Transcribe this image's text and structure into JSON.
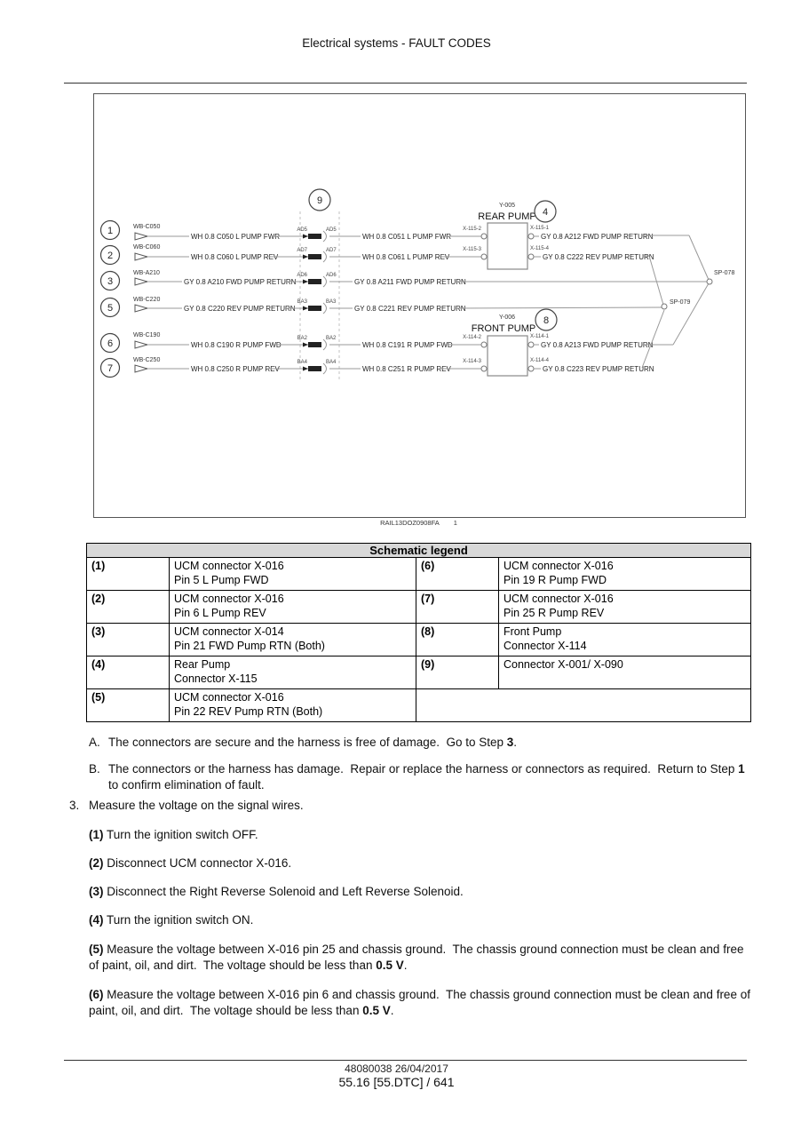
{
  "page": {
    "header_title": "Electrical systems - FAULT CODES",
    "footer_line1": "48080038 26/04/2017",
    "footer_line2": "55.16 [55.DTC] / 641"
  },
  "schematic": {
    "caption": "RAIL13DOZ0908FA",
    "caption_index": "1",
    "callout9": "9",
    "sp078": "SP-078",
    "sp079": "SP-079",
    "rear_pump": {
      "id": "Y-005",
      "name": "REAR PUMP",
      "callout": "4"
    },
    "front_pump": {
      "id": "Y-006",
      "name": "FRONT PUMP",
      "callout": "8"
    },
    "rows": [
      {
        "callout": "1",
        "stub": "WB-C050",
        "left": "WH 0.8 C050 L PUMP FWR",
        "conn": "AD5",
        "mid": "WH 0.8 C051 L PUMP FWR",
        "pin_l": "X-115-2",
        "pin_r": "X-115-1",
        "right": "GY 0.8 A212 FWD PUMP RETURN"
      },
      {
        "callout": "2",
        "stub": "WB-C060",
        "left": "WH 0.8 C060 L PUMP REV",
        "conn": "AD7",
        "mid": "WH 0.8 C061 L PUMP REV",
        "pin_l": "X-115-3",
        "pin_r": "X-115-4",
        "right": "GY 0.8 C222 REV PUMP RETURN"
      },
      {
        "callout": "3",
        "stub": "WB-A210",
        "left": "GY 0.8 A210 FWD PUMP RETURN",
        "conn": "AD6",
        "mid": "GY 0.8 A211 FWD PUMP RETURN"
      },
      {
        "callout": "5",
        "stub": "WB-C220",
        "left": "GY 0.8 C220 REV PUMP RETURN",
        "conn": "BA3",
        "mid": "GY 0.8 C221 REV PUMP RETURN"
      },
      {
        "callout": "6",
        "stub": "WB-C190",
        "left": "WH 0.8 C190 R PUMP FWD",
        "conn": "BA2",
        "mid": "WH 0.8 C191 R PUMP FWD",
        "pin_l": "X-114-2",
        "pin_r": "X-114-1",
        "right": "GY 0.8 A213 FWD PUMP RETURN"
      },
      {
        "callout": "7",
        "stub": "WB-C250",
        "left": "WH 0.8 C250 R PUMP REV",
        "conn": "BA4",
        "mid": "WH 0.8 C251 R PUMP REV",
        "pin_l": "X-114-3",
        "pin_r": "X-114-4",
        "right": "GY 0.8 C223 REV PUMP RETURN"
      }
    ]
  },
  "legend": {
    "title": "Schematic legend",
    "rows": [
      {
        "ln": "(1)",
        "lt1": "UCM connector X-016",
        "lt2": "Pin 5 L Pump FWD",
        "rn": "(6)",
        "rt1": "UCM connector X-016",
        "rt2": "Pin 19 R Pump FWD"
      },
      {
        "ln": "(2)",
        "lt1": "UCM connector X-016",
        "lt2": "Pin 6 L Pump REV",
        "rn": "(7)",
        "rt1": "UCM connector X-016",
        "rt2": "Pin 25 R Pump REV"
      },
      {
        "ln": "(3)",
        "lt1": "UCM connector X-014",
        "lt2": "Pin 21 FWD Pump RTN (Both)",
        "rn": "(8)",
        "rt1": "Front Pump",
        "rt2": "Connector X-114"
      },
      {
        "ln": "(4)",
        "lt1": "Rear Pump",
        "lt2": "Connector X-115",
        "rn": "(9)",
        "rt1": "Connector X-001/ X-090",
        "rt2": ""
      },
      {
        "ln": "(5)",
        "lt1": "UCM connector X-016",
        "lt2": "Pin 22 REV Pump RTN (Both)"
      }
    ]
  },
  "steps": {
    "a_marker": "A.",
    "a_text": "The connectors are secure and the harness is free of damage.  Go to Step ",
    "a_bold": "3",
    "a_end": ".",
    "b_marker": "B.",
    "b_text": "The connectors or the harness has damage.  Repair or replace the harness or connectors as required.  Return to Step ",
    "b_bold": "1",
    "b_end": " to confirm elimination of fault.",
    "s3_marker": "3.",
    "s3_text": "Measure the voltage on the signal wires.",
    "sub": [
      {
        "num": "(1)",
        "text": " Turn the ignition switch OFF."
      },
      {
        "num": "(2)",
        "text": " Disconnect UCM connector X-016."
      },
      {
        "num": "(3)",
        "text": " Disconnect the Right Reverse Solenoid and Left Reverse Solenoid."
      },
      {
        "num": "(4)",
        "text": " Turn the ignition switch ON."
      },
      {
        "num": "(5)",
        "text": " Measure the voltage between X-016 pin 25 and chassis ground.  The chassis ground connection must be clean and free of paint, oil, and dirt.  The voltage should be less than ",
        "bold": "0.5 V",
        "end": "."
      },
      {
        "num": "(6)",
        "text": " Measure the voltage between X-016 pin 6 and chassis ground.  The chassis ground connection must be clean and free of paint, oil, and dirt.  The voltage should be less than ",
        "bold": "0.5 V",
        "end": "."
      }
    ]
  }
}
